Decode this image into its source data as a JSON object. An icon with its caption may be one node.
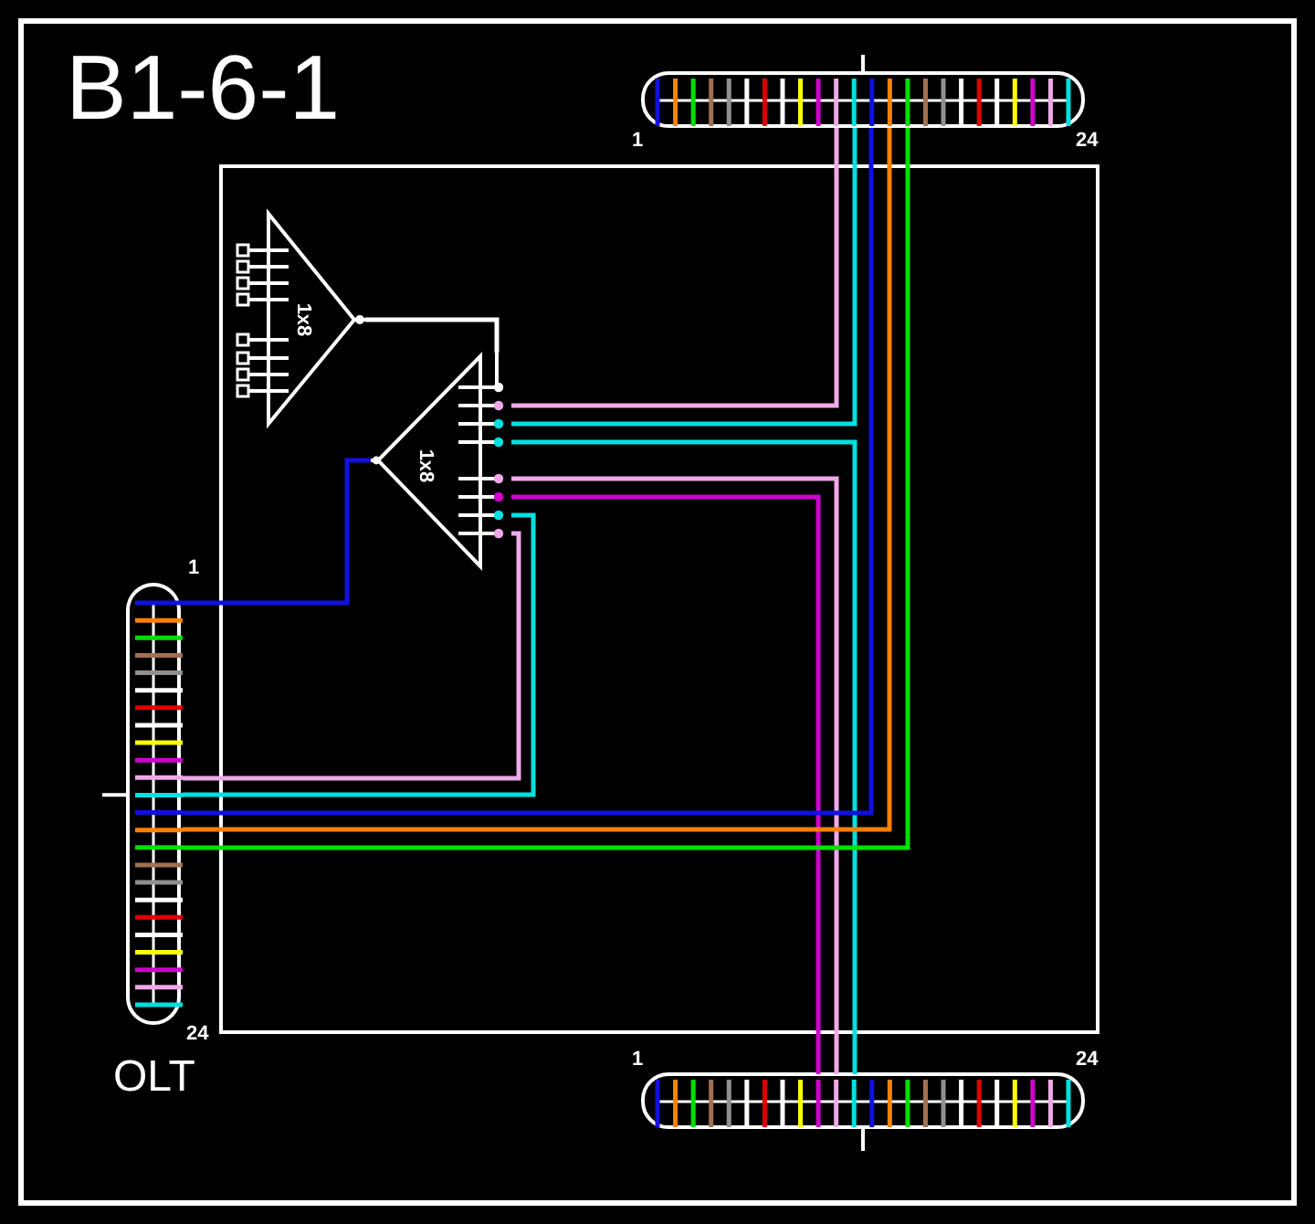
{
  "diagram": {
    "title": "B1-6-1",
    "nodes": [
      {
        "text": [],
        "shape": "cable",
        "beside": [
          "1",
          "24"
        ]
      },
      {
        "text": [],
        "shape": "box"
      },
      {
        "text": [
          "1x8"
        ],
        "in": 1
      },
      {
        "text": [
          "1x8"
        ],
        "in": 1
      },
      {
        "text": [],
        "shape": "cable",
        "beside": [
          "1",
          "24",
          "OLT"
        ]
      },
      {
        "text": [],
        "shape": "cable",
        "beside": [
          "1",
          "24"
        ]
      }
    ],
    "edges": [
      {
        "from": 4,
        "to": 3,
        "arrow": "none",
        "color": "#1010e0"
      },
      {
        "from": 3,
        "to": 2,
        "arrow": "none",
        "color": "#ffffff"
      },
      {
        "from": 3,
        "to": 0,
        "arrow": "none",
        "color": "#f0a8e8"
      },
      {
        "from": 3,
        "to": 0,
        "arrow": "none",
        "color": "#00e0e0"
      },
      {
        "from": 3,
        "to": 5,
        "arrow": "none",
        "color": "#00e0e0"
      },
      {
        "from": 3,
        "to": 5,
        "arrow": "none",
        "color": "#f0a8e8"
      },
      {
        "from": 3,
        "to": 5,
        "arrow": "none",
        "color": "#d000d0"
      },
      {
        "from": 3,
        "to": 4,
        "arrow": "none",
        "color": "#00e0e0"
      },
      {
        "from": 3,
        "to": 4,
        "arrow": "none",
        "color": "#f0a8e8"
      },
      {
        "from": 4,
        "to": 0,
        "arrow": "none",
        "color": "#1010e0"
      },
      {
        "from": 4,
        "to": 0,
        "arrow": "none",
        "color": "#ff8000"
      },
      {
        "from": 4,
        "to": 0,
        "arrow": "none",
        "color": "#00e000"
      }
    ]
  }
}
